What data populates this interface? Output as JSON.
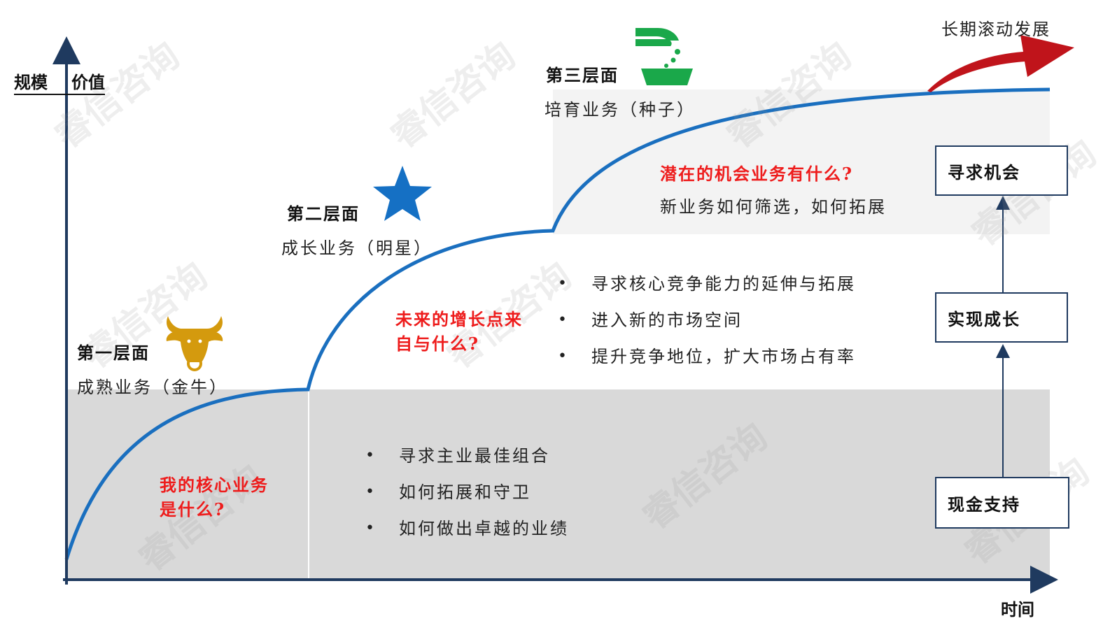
{
  "axes": {
    "y_label_1": "规模",
    "y_label_2": "价值",
    "x_label": "时间"
  },
  "trend_label": "长期滚动发展",
  "layers": [
    {
      "title": "第一层面",
      "subtitle": "成熟业务（金牛）",
      "icon": "bull-icon",
      "question": [
        "我的核心业务",
        "是什么?"
      ],
      "bullets": [
        "寻求主业最佳组合",
        "如何拓展和守卫",
        "如何做出卓越的业绩"
      ]
    },
    {
      "title": "第二层面",
      "subtitle": "成长业务（明星）",
      "icon": "star-icon",
      "question": [
        "未来的增长点来",
        "自与什么?"
      ],
      "bullets": [
        "寻求核心竞争能力的延伸与拓展",
        "进入新的市场空间",
        "提升竞争地位，扩大市场占有率"
      ]
    },
    {
      "title": "第三层面",
      "subtitle": "培育业务（种子）",
      "icon": "seed-planting-icon",
      "question": [
        "潜在的机会业务有什么?"
      ],
      "note": "新业务如何筛选，如何拓展"
    }
  ],
  "stages": [
    "寻求机会",
    "实现成长",
    "现金支持"
  ],
  "watermark": "睿信咨询",
  "colors": {
    "curve": "#1a6fbf",
    "axis": "#1f3a5f",
    "question": "#ee1c1c",
    "arrow": "#c0141b",
    "band_dark": "#d9d9d9",
    "band_light": "#f3f3f3",
    "bull": "#d49a0e",
    "star": "#1570c4",
    "seed": "#1aa84a"
  }
}
